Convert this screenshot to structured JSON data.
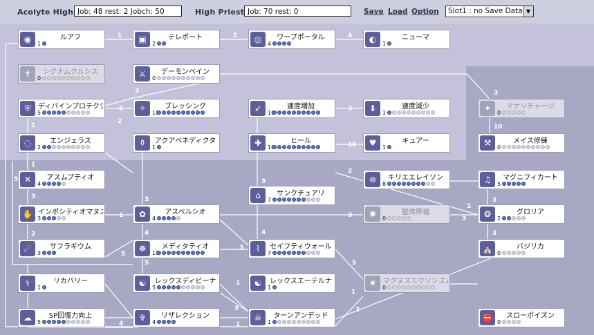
{
  "header": {
    "class1_label": "Acolyte High",
    "class1_status": "Job: 48  rest: 2  Jobch: 50",
    "class2_label": "High Priest",
    "class2_status": "Job: 70  rest: 0",
    "menu": [
      "Save",
      "Load",
      "Option"
    ],
    "slot_select": "Slot1 : no Save Data"
  },
  "skills": [
    {
      "id": "s1",
      "name": "ルアフ",
      "level": 1,
      "max": 1,
      "icon": "sight-icon",
      "glyph": "◉"
    },
    {
      "id": "s2",
      "name": "テレポート",
      "level": 2,
      "max": 2,
      "icon": "teleport-icon",
      "glyph": "▣"
    },
    {
      "id": "s3",
      "name": "ワープポータル",
      "level": 4,
      "max": 4,
      "icon": "warp-portal-icon",
      "glyph": "◎"
    },
    {
      "id": "s4",
      "name": "ニューマ",
      "level": 1,
      "max": 1,
      "icon": "pneuma-icon",
      "glyph": "◐"
    },
    {
      "id": "s5",
      "name": "シグナムクルシス",
      "level": 0,
      "max": 10,
      "icon": "signum-crucis-icon",
      "glyph": "✝",
      "disabled": true
    },
    {
      "id": "s6",
      "name": "デーモンベイン",
      "level": 0,
      "max": 10,
      "icon": "demon-bane-icon",
      "glyph": "⚔"
    },
    {
      "id": "s7",
      "name": "ディバインプロテクション",
      "level": 5,
      "max": 10,
      "icon": "divine-protection-icon",
      "glyph": "⛨"
    },
    {
      "id": "s8",
      "name": "ブレッシング",
      "level": 10,
      "max": 10,
      "icon": "blessing-icon",
      "glyph": "✧"
    },
    {
      "id": "s9",
      "name": "速度増加",
      "level": 10,
      "max": 10,
      "icon": "increase-agi-icon",
      "glyph": "➶"
    },
    {
      "id": "s10",
      "name": "速度減少",
      "level": 1,
      "max": 10,
      "icon": "decrease-agi-icon",
      "glyph": "⬇"
    },
    {
      "id": "s11",
      "name": "マナリチャージ",
      "level": 0,
      "max": 5,
      "icon": "mana-recharge-icon",
      "glyph": "✦",
      "disabled": true
    },
    {
      "id": "s12",
      "name": "エンジェラス",
      "level": 2,
      "max": 10,
      "icon": "angelus-icon",
      "glyph": "◌"
    },
    {
      "id": "s13",
      "name": "アクアベネディクタ",
      "level": 1,
      "max": 1,
      "icon": "aqua-benedicta-icon",
      "glyph": "⚱"
    },
    {
      "id": "s14",
      "name": "ヒール",
      "level": 10,
      "max": 10,
      "icon": "heal-icon",
      "glyph": "✚"
    },
    {
      "id": "s15",
      "name": "キュアー",
      "level": 1,
      "max": 1,
      "icon": "cure-icon",
      "glyph": "♥"
    },
    {
      "id": "s16",
      "name": "メイス修練",
      "level": 0,
      "max": 10,
      "icon": "mace-mastery-icon",
      "glyph": "⚒"
    },
    {
      "id": "s17",
      "name": "アスムプティオ",
      "level": 4,
      "max": 5,
      "icon": "assumptio-icon",
      "glyph": "✕"
    },
    {
      "id": "s18",
      "name": "サンクチュアリ",
      "level": 7,
      "max": 10,
      "icon": "sanctuary-icon",
      "glyph": "⌂"
    },
    {
      "id": "s19",
      "name": "キリエエレイソン",
      "level": 8,
      "max": 10,
      "icon": "kyrie-eleison-icon",
      "glyph": "⊛"
    },
    {
      "id": "s20",
      "name": "マグニフィカート",
      "level": 5,
      "max": 5,
      "icon": "magnificat-icon",
      "glyph": "♫"
    },
    {
      "id": "s21",
      "name": "インポシティオマヌス",
      "level": 3,
      "max": 5,
      "icon": "impositio-manus-icon",
      "glyph": "✋"
    },
    {
      "id": "s22",
      "name": "アスペルシオ",
      "level": 4,
      "max": 5,
      "icon": "aspersio-icon",
      "glyph": "✿"
    },
    {
      "id": "s23",
      "name": "聖体降福",
      "level": 0,
      "max": 5,
      "icon": "b-s-sacramenti-icon",
      "glyph": "✺",
      "disabled": true
    },
    {
      "id": "s24",
      "name": "グロリア",
      "level": 2,
      "max": 5,
      "icon": "gloria-icon",
      "glyph": "❂"
    },
    {
      "id": "s25",
      "name": "サフラギウム",
      "level": 3,
      "max": 3,
      "icon": "suffragium-icon",
      "glyph": "☄"
    },
    {
      "id": "s26",
      "name": "メディタティオ",
      "level": 10,
      "max": 10,
      "icon": "meditatio-icon",
      "glyph": "☸"
    },
    {
      "id": "s27",
      "name": "セイフティウォール",
      "level": 7,
      "max": 10,
      "icon": "safety-wall-icon",
      "glyph": "⌇"
    },
    {
      "id": "s28",
      "name": "バジリカ",
      "level": 0,
      "max": 5,
      "icon": "basilica-icon",
      "glyph": "⛪"
    },
    {
      "id": "s29",
      "name": "リカバリー",
      "level": 1,
      "max": 1,
      "icon": "recovery-icon",
      "glyph": "⚕"
    },
    {
      "id": "s30",
      "name": "レックスディビーナ",
      "level": 5,
      "max": 10,
      "icon": "lex-divina-icon",
      "glyph": "☯"
    },
    {
      "id": "s31",
      "name": "レックスエーテルナ",
      "level": 1,
      "max": 1,
      "icon": "lex-aeterna-icon",
      "glyph": "☯"
    },
    {
      "id": "s32",
      "name": "マグヌスエクソシズム",
      "level": 0,
      "max": 10,
      "icon": "magnus-exorcismus-icon",
      "glyph": "✷",
      "disabled": true
    },
    {
      "id": "s33",
      "name": "SP回復力向上",
      "level": 5,
      "max": 10,
      "icon": "sp-recovery-icon",
      "glyph": "☁"
    },
    {
      "id": "s34",
      "name": "リザレクション",
      "level": 4,
      "max": 4,
      "icon": "resurrection-icon",
      "glyph": "✞"
    },
    {
      "id": "s35",
      "name": "ターンアンデッド",
      "level": 1,
      "max": 10,
      "icon": "turn-undead-icon",
      "glyph": "☠"
    },
    {
      "id": "s36",
      "name": "スローポイズン",
      "level": 0,
      "max": 4,
      "icon": "slow-poison-icon",
      "glyph": "⛔"
    }
  ],
  "link_labels": [
    "1",
    "2",
    "4",
    "3",
    "3",
    "5",
    "3",
    "1",
    "10",
    "10",
    "1",
    "2",
    "3",
    "1",
    "3",
    "3",
    "2",
    "4",
    "3",
    "5",
    "3",
    "4",
    "3",
    "5",
    "2",
    "1",
    "5",
    "1",
    "5",
    "1",
    "3",
    "3",
    "5",
    "4",
    "1",
    "1",
    "3",
    "3"
  ]
}
